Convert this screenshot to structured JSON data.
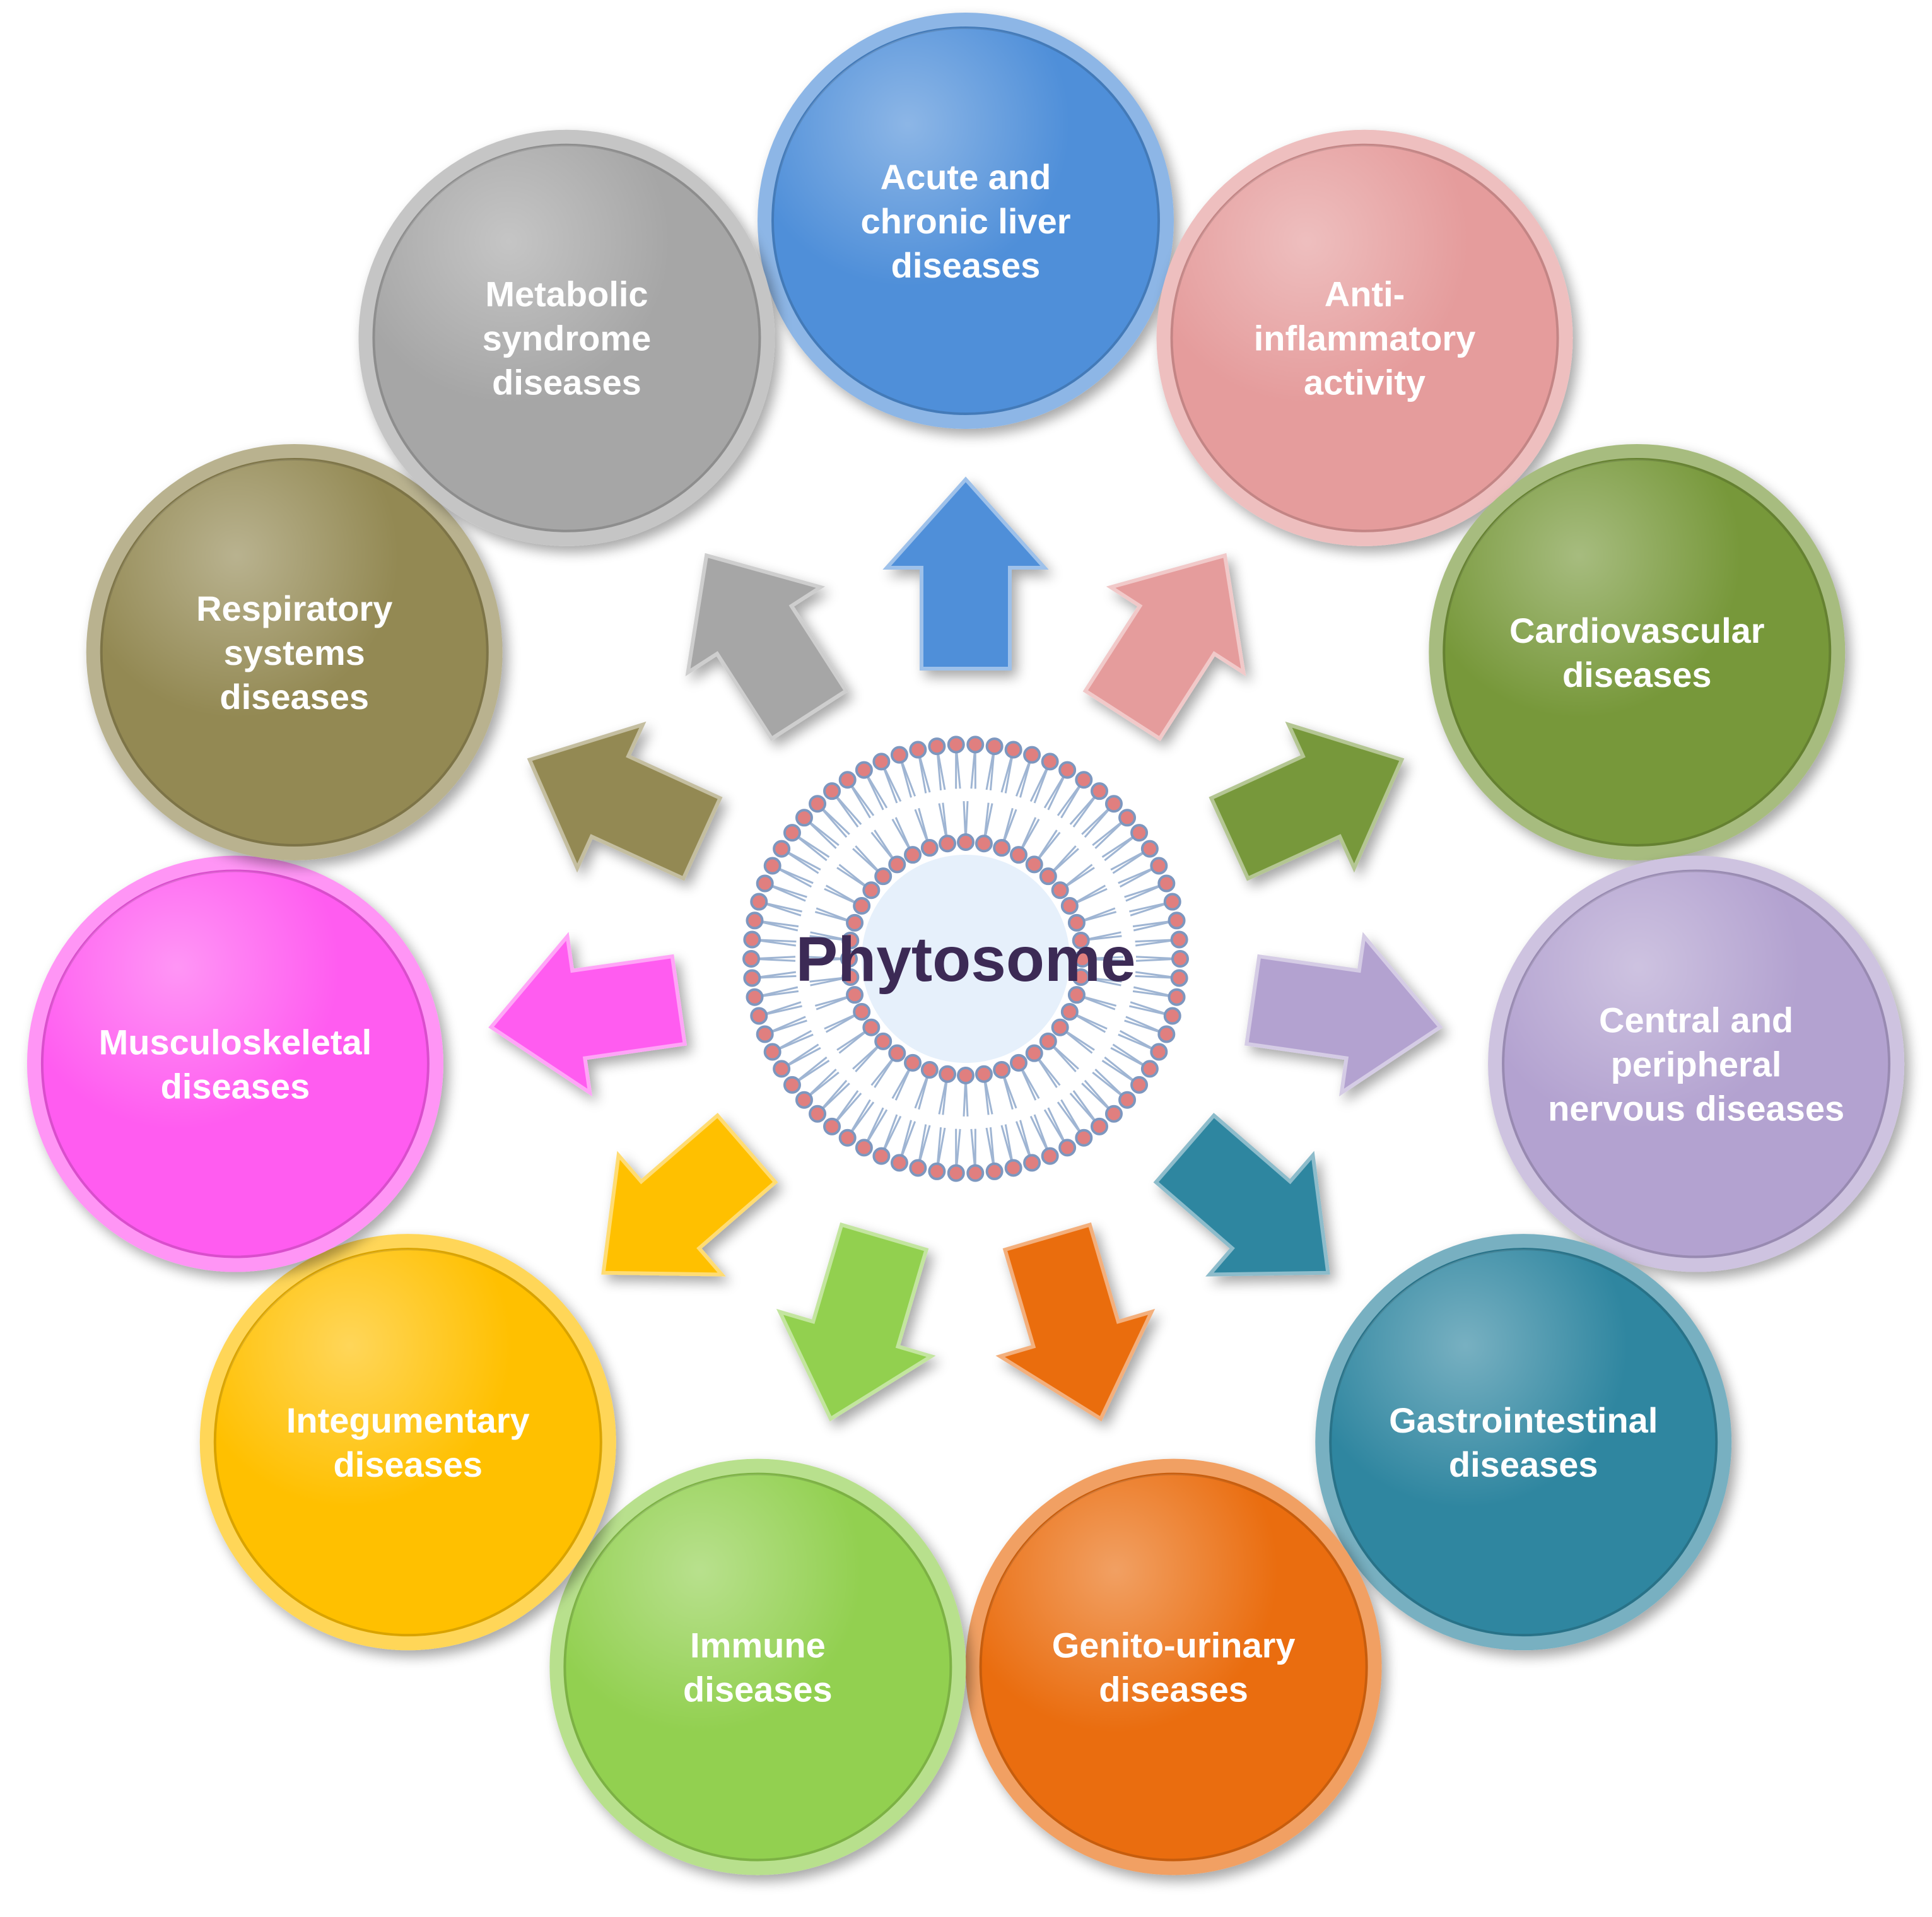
{
  "center": {
    "label": "Phytosome",
    "membrane_color": "#9fb5d3",
    "head_color": "#e07f7f",
    "core_color": "#e6f0fb"
  },
  "nodes": [
    {
      "id": "liver",
      "lines": [
        "Acute and",
        "chronic liver",
        "diseases"
      ],
      "color": "#4f8fd9"
    },
    {
      "id": "anti-inflammatory",
      "lines": [
        "Anti-",
        "inflammatory",
        "activity"
      ],
      "color": "#e59c9c"
    },
    {
      "id": "cardiovascular",
      "lines": [
        "Cardiovascular",
        "diseases"
      ],
      "color": "#77983a"
    },
    {
      "id": "nervous",
      "lines": [
        "Central and",
        "peripheral",
        "nervous diseases"
      ],
      "color": "#b3a2d0"
    },
    {
      "id": "gastrointestinal",
      "lines": [
        "Gastrointestinal",
        "diseases"
      ],
      "color": "#2f86a0"
    },
    {
      "id": "genito-urinary",
      "lines": [
        "Genito-urinary",
        "diseases"
      ],
      "color": "#ea6d0f"
    },
    {
      "id": "immune",
      "lines": [
        "Immune",
        "diseases"
      ],
      "color": "#92d050"
    },
    {
      "id": "integumentary",
      "lines": [
        "Integumentary",
        "diseases"
      ],
      "color": "#ffc000"
    },
    {
      "id": "musculoskeletal",
      "lines": [
        "Musculoskeletal",
        "diseases"
      ],
      "color": "#ff5cf0"
    },
    {
      "id": "respiratory",
      "lines": [
        "Respiratory",
        "systems",
        "diseases"
      ],
      "color": "#938953"
    },
    {
      "id": "metabolic",
      "lines": [
        "Metabolic",
        "syndrome",
        "diseases"
      ],
      "color": "#a6a6a6"
    }
  ]
}
